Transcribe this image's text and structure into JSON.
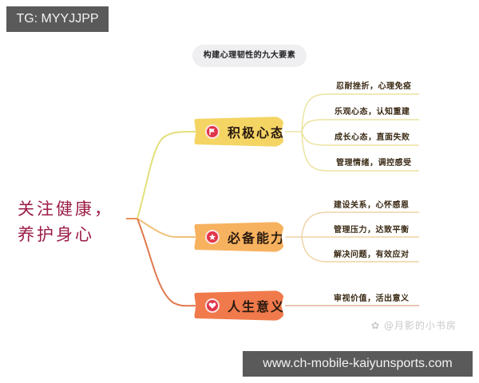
{
  "overlay": {
    "top_label": "TG: MYYJJPP",
    "bottom_label": "www.ch-mobile-kaiyunsports.com"
  },
  "diagram": {
    "title": "构建心理韧性的九大要素",
    "root": {
      "line1": "关注健康，",
      "line2": "养护身心",
      "color": "#9b1c45"
    },
    "branches": [
      {
        "label": "积极心态",
        "icon": "flag-icon",
        "color": "#f4d564",
        "line_color": "#e8e08a",
        "leaves": [
          "忍耐挫折，心理免疫",
          "乐观心态，认知重建",
          "成长心态，直面失败",
          "管理情绪，调控感受"
        ]
      },
      {
        "label": "必备能力",
        "icon": "star-icon",
        "color": "#f7b25f",
        "line_color": "#efcd95",
        "leaves": [
          "建设关系，心怀感恩",
          "管理压力，达致平衡",
          "解决问题，有效应对"
        ]
      },
      {
        "label": "人生意义",
        "icon": "heart-icon",
        "color": "#f07a4b",
        "line_color": "#e39a78",
        "leaves": [
          "审视价值，活出意义"
        ]
      }
    ]
  },
  "watermark": "@月影的小书房"
}
